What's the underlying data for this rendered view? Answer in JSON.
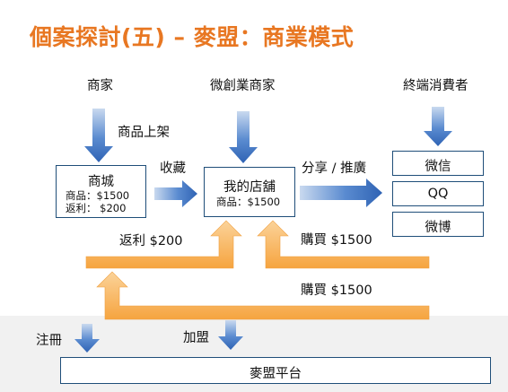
{
  "title": "個案探討(五) – 麥盟：商業模式",
  "nodes": {
    "merchant": "商家",
    "my_merchant": "微創業商家",
    "consumer": "終端消費者",
    "mall": {
      "title": "商城",
      "price_line": "商品：$1500",
      "rebate_line": "返利：  $200"
    },
    "my_shop": {
      "title": "我的店舖",
      "price_line": "商品：$1500"
    },
    "channels": [
      "微信",
      "QQ",
      "微博"
    ],
    "platform": "麥盟平台"
  },
  "edges": {
    "listing": "商品上架",
    "collect": "收藏",
    "share_promote": "分享 / 推廣",
    "rebate": "返利 $200",
    "purchase_1": "購買 $1500",
    "purchase_2": "購買 $1500",
    "register": "注冊",
    "join": "加盟"
  },
  "colors": {
    "title": "#e87722",
    "blue_arrow": "#4f81bd",
    "orange_arrow": "#f9b55b",
    "box_border": "#1f4e79"
  }
}
